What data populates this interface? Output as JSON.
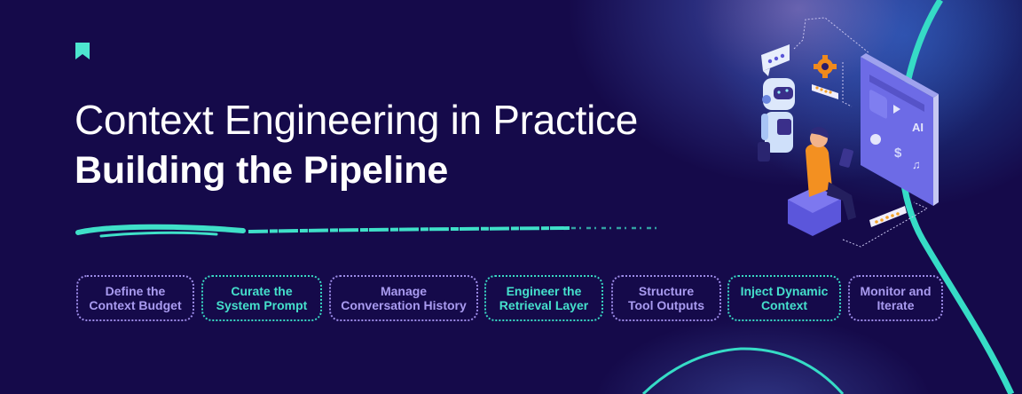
{
  "header": {
    "bookmark_icon": "bookmark-icon",
    "title_line1": "Context Engineering in Practice",
    "title_line2": "Building the Pipeline"
  },
  "colors": {
    "background": "#150a4a",
    "accent_teal": "#39d9c4",
    "step_purple": "#a99bf0",
    "title_white": "#ffffff"
  },
  "steps": [
    {
      "line1": "Define the",
      "line2": "Context Budget",
      "highlighted": false
    },
    {
      "line1": "Curate the",
      "line2": "System Prompt",
      "highlighted": true
    },
    {
      "line1": "Manage",
      "line2": "Conversation History",
      "highlighted": false
    },
    {
      "line1": "Engineer the",
      "line2": "Retrieval Layer",
      "highlighted": true
    },
    {
      "line1": "Structure",
      "line2": "Tool Outputs",
      "highlighted": false
    },
    {
      "line1": "Inject Dynamic",
      "line2": "Context",
      "highlighted": true
    },
    {
      "line1": "Monitor and",
      "line2": "Iterate",
      "highlighted": false
    }
  ],
  "illustration": {
    "description": "isometric robot, person with tablet, app panel",
    "panel_labels": [
      "AI",
      "$"
    ],
    "tablet_label": "AI"
  }
}
